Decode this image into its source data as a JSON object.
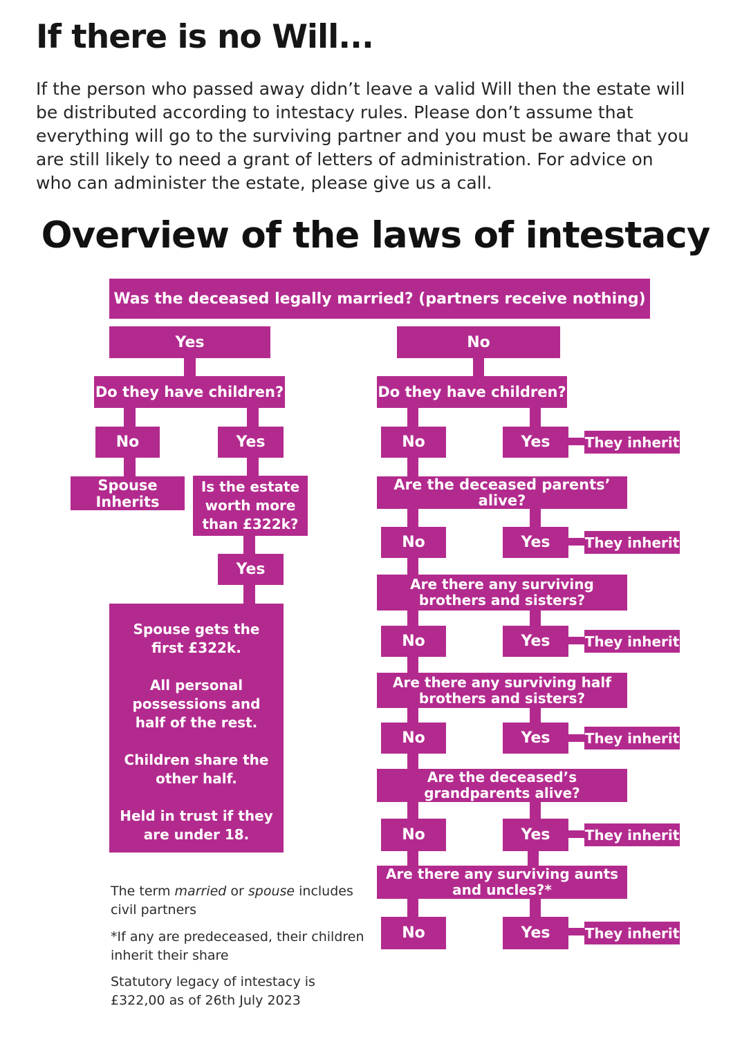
{
  "colors": {
    "magenta": "#b32a8e",
    "heading_text": "#111111",
    "body_text": "#262626",
    "box_text": "#ffffff"
  },
  "header": {
    "title": "If there is no Will...",
    "intro_lines": [
      "If the person who passed away didn’t leave a valid Will then the estate will",
      "be distributed according to intestacy rules. Please don’t assume that",
      "everything will go to the surviving partner and you must be aware that you",
      "are still likely to need a grant of letters of administration. For advice on",
      "who can administer the estate, please give us a call."
    ],
    "overview_heading": "Overview of the laws of intestacy"
  },
  "flowchart": {
    "root_question": "Was the deceased legally married? (partners receive nothing)",
    "left": {
      "married_yes": "Yes",
      "children_question": "Do they have children?",
      "children_no": "No",
      "children_yes": "Yes",
      "spouse_inherits": "Spouse Inherits",
      "estate_question_lines": [
        "Is the estate",
        "worth more",
        "than £322k?"
      ],
      "estate_yes": "Yes",
      "outcome_paragraphs": [
        "Spouse gets the first £322k.",
        "All personal possessions and half of the rest.",
        "Children share the other half.",
        "Held in trust if they are under 18."
      ]
    },
    "right": {
      "married_no": "No",
      "children_question": "Do they have children?",
      "questions": [
        {
          "lines": [
            "Are the deceased parents’ alive?"
          ]
        },
        {
          "lines": [
            "Are there any surviving",
            "brothers and sisters?"
          ]
        },
        {
          "lines": [
            "Are there any surviving half",
            "brothers and sisters?"
          ]
        },
        {
          "lines": [
            "Are the deceased’s",
            "grandparents alive?"
          ]
        },
        {
          "lines": [
            "Are there any surviving aunts",
            "and uncles?*"
          ]
        }
      ],
      "rows": [
        {
          "no": "No",
          "yes": "Yes",
          "inherit": "They inherit"
        },
        {
          "no": "No",
          "yes": "Yes",
          "inherit": "They inherit"
        },
        {
          "no": "No",
          "yes": "Yes",
          "inherit": "They inherit"
        },
        {
          "no": "No",
          "yes": "Yes",
          "inherit": "They inherit"
        },
        {
          "no": "No",
          "yes": "Yes",
          "inherit": "They inherit"
        },
        {
          "no": "No",
          "yes": "Yes",
          "inherit": "They inherit"
        }
      ]
    }
  },
  "footnotes": {
    "term_note": {
      "pre": "The term ",
      "married": "married",
      "mid": " or ",
      "spouse": "spouse",
      "post": " includes",
      "line2": "civil partners"
    },
    "predeceased_note": {
      "line1": "*If any are predeceased, their children",
      "line2": "inherit their share"
    },
    "statutory_note": {
      "line1": "Statutory legacy of intestacy is",
      "line2": "£322,00 as of 26th July 2023"
    }
  }
}
